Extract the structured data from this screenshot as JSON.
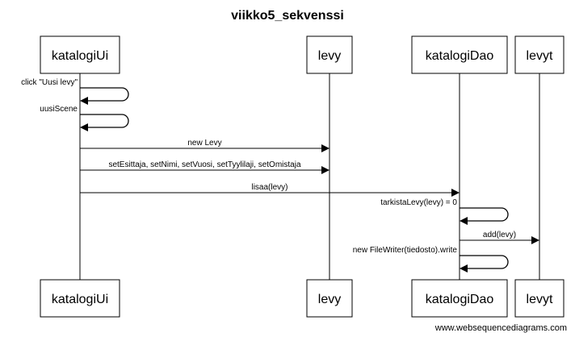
{
  "title": "viikko5_sekvenssi",
  "participants": [
    {
      "id": "katalogiUi",
      "label": "katalogiUi"
    },
    {
      "id": "levy",
      "label": "levy"
    },
    {
      "id": "katalogiDao",
      "label": "katalogiDao"
    },
    {
      "id": "levyt",
      "label": "levyt"
    }
  ],
  "messages": [
    {
      "from": "katalogiUi",
      "to": "katalogiUi",
      "label": "click \"Uusi levy\""
    },
    {
      "from": "katalogiUi",
      "to": "katalogiUi",
      "label": "uusiScene"
    },
    {
      "from": "katalogiUi",
      "to": "levy",
      "label": "new Levy"
    },
    {
      "from": "katalogiUi",
      "to": "levy",
      "label": "setEsittaja, setNimi, setVuosi, setTyylilaji, setOmistaja"
    },
    {
      "from": "katalogiUi",
      "to": "katalogiDao",
      "label": "lisaa(levy)"
    },
    {
      "from": "katalogiDao",
      "to": "katalogiDao",
      "label": "tarkistaLevy(levy) = 0"
    },
    {
      "from": "katalogiDao",
      "to": "levyt",
      "label": "add(levy)"
    },
    {
      "from": "katalogiDao",
      "to": "katalogiDao",
      "label": "new FileWriter(tiedosto).write"
    }
  ],
  "footer": "www.websequencediagrams.com"
}
